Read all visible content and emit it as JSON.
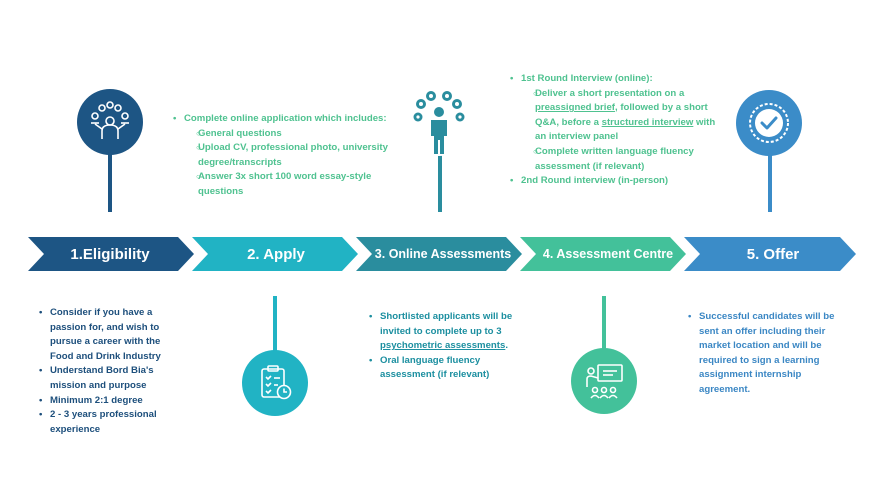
{
  "steps": [
    {
      "label": "1.Eligibility",
      "color": "#1d5584"
    },
    {
      "label": "2. Apply",
      "color": "#21b3c4"
    },
    {
      "label": "3. Online Assessments",
      "color": "#2a8d9e"
    },
    {
      "label": "4. Assessment Centre",
      "color": "#43c19a"
    },
    {
      "label": "5. Offer",
      "color": "#3b8cc8"
    }
  ],
  "icons": [
    {
      "name": "person-questions-icon",
      "color": "#1d5584"
    },
    {
      "name": "checklist-clock-icon",
      "color": "#21b3c4"
    },
    {
      "name": "person-ideas-icon",
      "color": "#2a8d9e"
    },
    {
      "name": "presentation-audience-icon",
      "color": "#43c19a"
    },
    {
      "name": "badge-check-icon",
      "color": "#3b8cc8"
    }
  ],
  "eligibility": {
    "items": [
      "Consider if you have a passion for, and wish to pursue a career with the Food and Drink Industry",
      "Understand Bord Bia's mission and purpose",
      "Minimum 2:1 degree",
      "2 - 3 years professional experience"
    ]
  },
  "apply": {
    "intro": "Complete online application which includes:",
    "sub": [
      "General questions",
      "Upload CV, professional photo, university degree/transcripts",
      "Answer 3x short 100 word essay-style questions"
    ]
  },
  "online_assessments": {
    "item1_a": "Shortlisted applicants will be invited to complete up to 3 ",
    "item1_link": "psychometric assessments",
    "item1_b": ".",
    "item2": "Oral language fluency assessment (if relevant)"
  },
  "assessment_centre": {
    "round1": "1st Round Interview (online):",
    "sub1_a": "Deliver a short presentation on a ",
    "sub1_link1": "preassigned brief",
    "sub1_b": ", followed by a short Q&A, before a ",
    "sub1_link2": "structured interview",
    "sub1_c": " with an interview panel",
    "sub2": "Complete written language fluency assessment (if relevant)",
    "round2": "2nd Round interview (in-person)"
  },
  "offer": {
    "item": "Successful candidates will be sent an offer including their market location and will be required to sign a learning assignment internship agreement."
  }
}
